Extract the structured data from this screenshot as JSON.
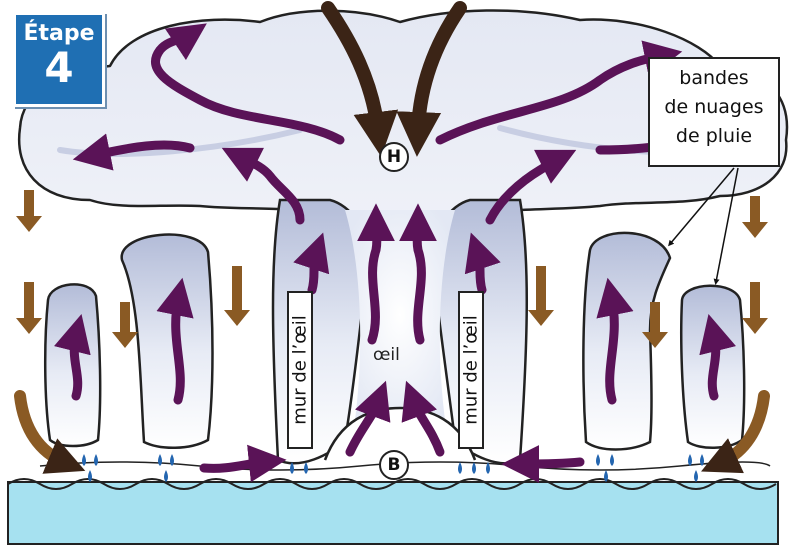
{
  "step": {
    "label": "Étape",
    "number": "4"
  },
  "callout": {
    "lines": [
      "bandes",
      "de nuages",
      "de pluie"
    ]
  },
  "eyewall_label": "mur de l’œil",
  "eye_label": "œil",
  "high_pressure": "H",
  "low_pressure": "B",
  "colors": {
    "badge": "#1f6fb3",
    "updraft_arrow": "#5a1357",
    "downdraft_arrow": "#8a5a24",
    "inflow_arrow": "#6a1a5e",
    "outflow_arrow": "#3b2416",
    "cloud_fill": "#eef1f8",
    "cloud_shade": "#a9b3d2",
    "ocean": "#a6e1f0",
    "rain": "#2466b0"
  }
}
